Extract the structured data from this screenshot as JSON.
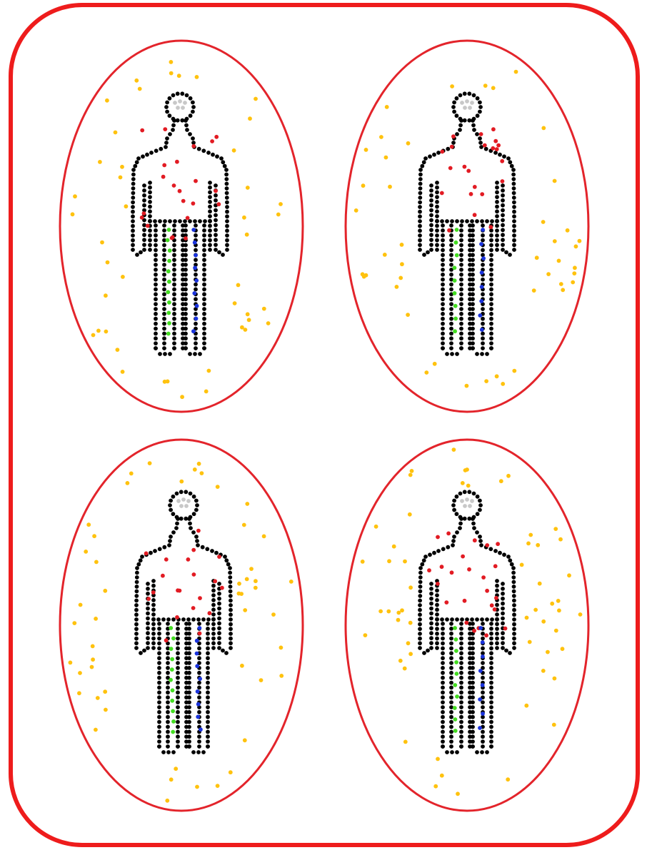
{
  "colors": {
    "frame": "#ee1c1c",
    "ellipse": "#e3242b",
    "outline_dots": "#000000",
    "head_dots": "#c8c8c8",
    "torso_dots": "#e21b23",
    "left_leg_dots": "#44dd22",
    "right_leg_dots": "#1a33dd",
    "ambient_dots": "#ffc20e",
    "background": "#ffffff"
  },
  "panels": [
    {
      "id": "top-left",
      "red_dots": 22,
      "green_dots": 11,
      "blue_dots": 9,
      "yellow_dots": 44
    },
    {
      "id": "top-right",
      "red_dots": 22,
      "green_dots": 9,
      "blue_dots": 8,
      "yellow_dots": 44
    },
    {
      "id": "bottom-left",
      "red_dots": 20,
      "green_dots": 11,
      "blue_dots": 9,
      "yellow_dots": 50
    },
    {
      "id": "bottom-right",
      "red_dots": 24,
      "green_dots": 10,
      "blue_dots": 8,
      "yellow_dots": 56
    }
  ]
}
